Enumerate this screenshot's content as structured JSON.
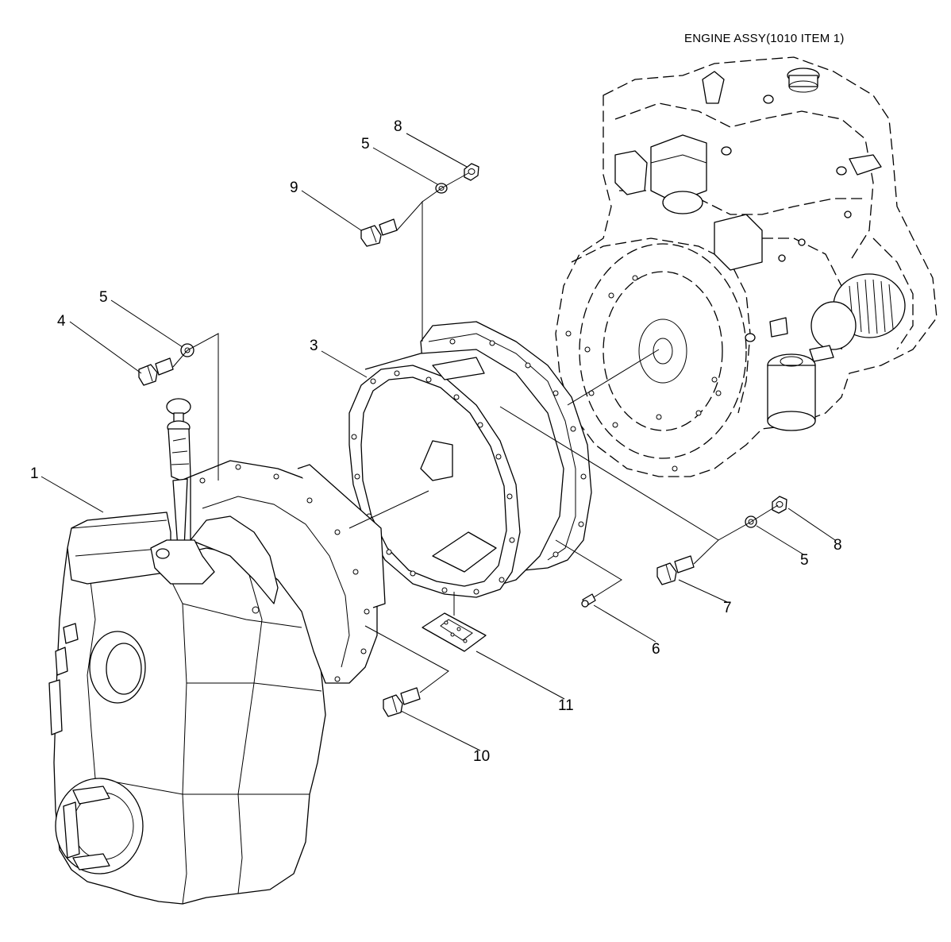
{
  "diagram": {
    "title": "ENGINE ASSY(1010 ITEM 1)",
    "callouts": {
      "c1": "1",
      "c3": "3",
      "c4": "4",
      "c5a": "5",
      "c5b": "5",
      "c5c": "5",
      "c6": "6",
      "c7": "7",
      "c8a": "8",
      "c8b": "8",
      "c9": "9",
      "c10": "10",
      "c11": "11"
    }
  }
}
